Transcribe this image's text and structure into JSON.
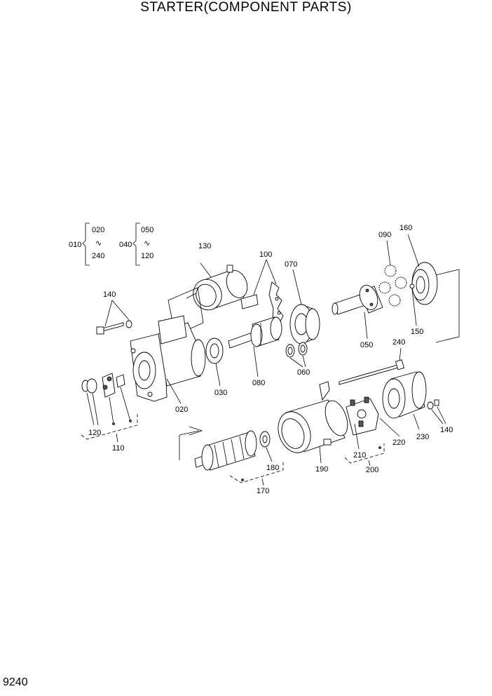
{
  "title": "STARTER(COMPONENT PARTS)",
  "page_number": "9240",
  "brackets": {
    "b010": {
      "label": "010",
      "from": "020",
      "range": "∿",
      "to": "240"
    },
    "b040": {
      "label": "040",
      "from": "050",
      "range": "∿",
      "to": "120"
    }
  },
  "callouts": {
    "c130": "130",
    "c100": "100",
    "c070": "070",
    "c090": "090",
    "c160": "160",
    "c140a": "140",
    "c150": "150",
    "c050": "050",
    "c240": "240",
    "c030": "030",
    "c080": "080",
    "c060": "060",
    "c020": "020",
    "c120": "120",
    "c110": "110",
    "c190": "190",
    "c210": "210",
    "c220": "220",
    "c230": "230",
    "c140b": "140",
    "c200": "200",
    "c180": "180",
    "c170": "170"
  }
}
